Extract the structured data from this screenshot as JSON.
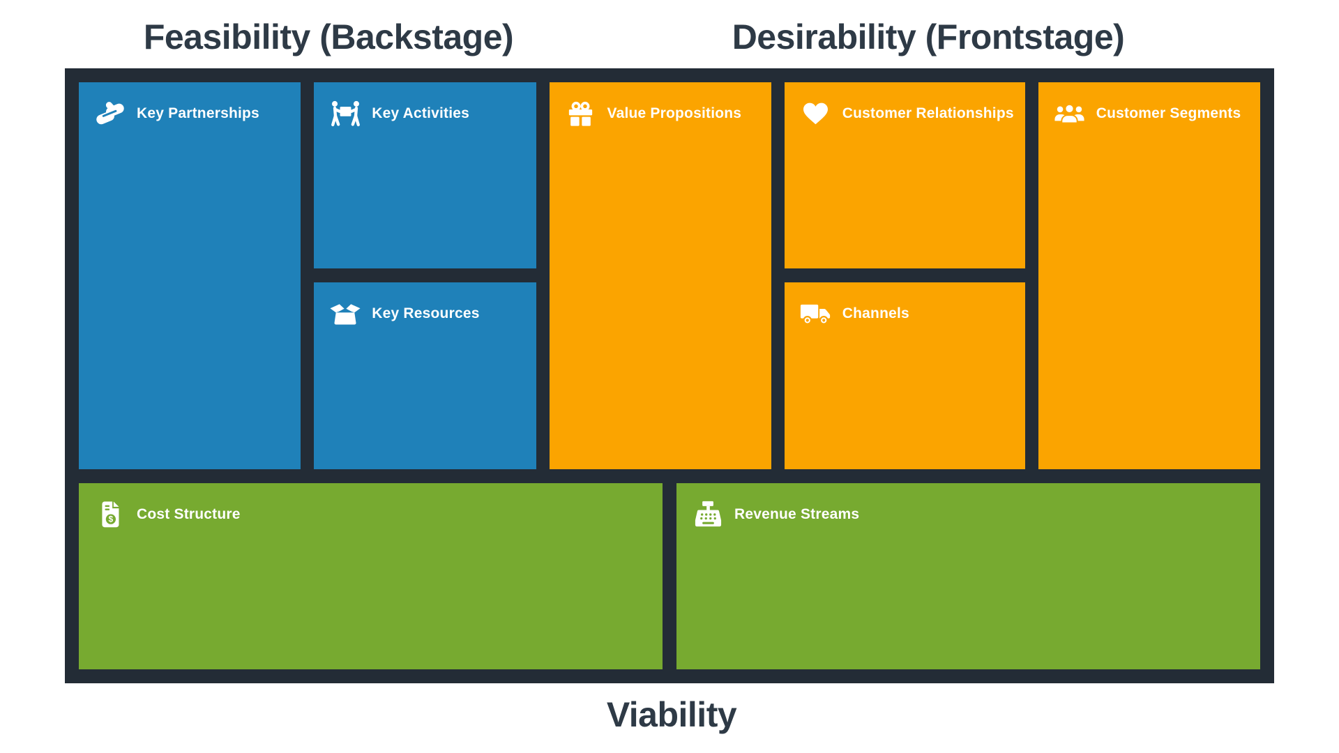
{
  "titles": {
    "top_left": "Feasibility (Backstage)",
    "top_right": "Desirability (Frontstage)",
    "bottom": "Viability"
  },
  "colors": {
    "canvas_background": "#232C36",
    "backstage_blue": "#1F81B9",
    "frontstage_orange": "#FBA400",
    "viability_green": "#77AA30",
    "title_text": "#2E3A46",
    "box_label_text": "#FFFFFF"
  },
  "canvas": {
    "boxes": [
      {
        "label": "Key Partnerships",
        "icon": "handshake-icon",
        "section": "backstage"
      },
      {
        "label": "Key Activities",
        "icon": "people-carrying-icon",
        "section": "backstage"
      },
      {
        "label": "Key Resources",
        "icon": "open-box-icon",
        "section": "backstage"
      },
      {
        "label": "Value Propositions",
        "icon": "gift-icon",
        "section": "frontstage"
      },
      {
        "label": "Customer Relationships",
        "icon": "heart-icon",
        "section": "frontstage"
      },
      {
        "label": "Channels",
        "icon": "truck-icon",
        "section": "frontstage"
      },
      {
        "label": "Customer Segments",
        "icon": "users-icon",
        "section": "frontstage"
      },
      {
        "label": "Cost Structure",
        "icon": "invoice-dollar-icon",
        "section": "viability"
      },
      {
        "label": "Revenue Streams",
        "icon": "cash-register-icon",
        "section": "viability"
      }
    ]
  }
}
